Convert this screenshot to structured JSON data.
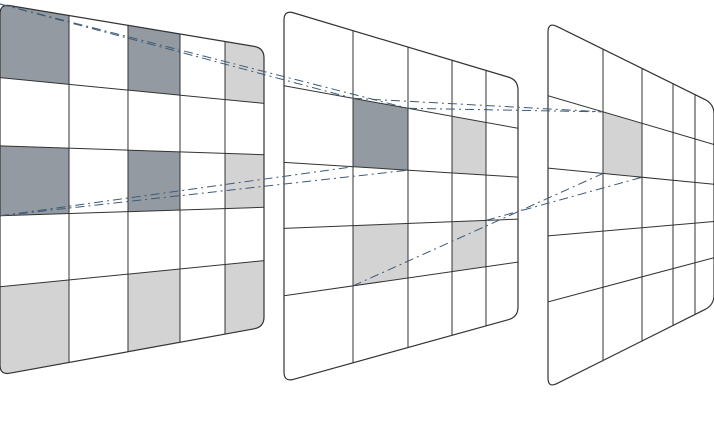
{
  "figure": {
    "background": "#ffffff",
    "colors": {
      "strong_cell": "#949aa1",
      "light_cell": "#d3d3d3",
      "grid_stroke": "#333333",
      "connector": "#3e5a78"
    },
    "panels": [
      {
        "id": "panel-1",
        "columns": 5,
        "rows": 5,
        "cells": [
          {
            "row": 0,
            "col": 0,
            "shade": "strong"
          },
          {
            "row": 0,
            "col": 2,
            "shade": "strong"
          },
          {
            "row": 0,
            "col": 4,
            "shade": "light"
          },
          {
            "row": 2,
            "col": 0,
            "shade": "strong"
          },
          {
            "row": 2,
            "col": 2,
            "shade": "strong"
          },
          {
            "row": 2,
            "col": 4,
            "shade": "light"
          },
          {
            "row": 4,
            "col": 0,
            "shade": "light"
          },
          {
            "row": 4,
            "col": 2,
            "shade": "light"
          },
          {
            "row": 4,
            "col": 4,
            "shade": "light"
          }
        ]
      },
      {
        "id": "panel-2",
        "columns": 5,
        "rows": 5,
        "cells": [
          {
            "row": 1,
            "col": 1,
            "shade": "strong"
          },
          {
            "row": 1,
            "col": 3,
            "shade": "light"
          },
          {
            "row": 3,
            "col": 1,
            "shade": "light"
          },
          {
            "row": 3,
            "col": 3,
            "shade": "light"
          }
        ]
      },
      {
        "id": "panel-3",
        "columns": 5,
        "rows": 5,
        "cells": [
          {
            "row": 1,
            "col": 1,
            "shade": "light"
          }
        ]
      }
    ],
    "connections": [
      {
        "from": {
          "panel": 0,
          "point": "top-left"
        },
        "to": {
          "panel": 1,
          "cell": [
            1,
            1
          ],
          "point": "top-left"
        }
      },
      {
        "from": {
          "panel": 0,
          "point": "top-left"
        },
        "to": {
          "panel": 1,
          "cell": [
            1,
            1
          ],
          "point": "top-right"
        }
      },
      {
        "from": {
          "panel": 0,
          "cell": [
            2,
            0
          ],
          "point": "bottom-left"
        },
        "to": {
          "panel": 1,
          "cell": [
            1,
            1
          ],
          "point": "bottom-left"
        }
      },
      {
        "from": {
          "panel": 0,
          "cell": [
            2,
            0
          ],
          "point": "bottom-left"
        },
        "to": {
          "panel": 1,
          "cell": [
            1,
            1
          ],
          "point": "bottom-right"
        }
      },
      {
        "from": {
          "panel": 1,
          "cell": [
            1,
            1
          ],
          "point": "top-left"
        },
        "to": {
          "panel": 2,
          "cell": [
            1,
            1
          ],
          "point": "top-left"
        }
      },
      {
        "from": {
          "panel": 1,
          "cell": [
            1,
            1
          ],
          "point": "top-right"
        },
        "to": {
          "panel": 2,
          "cell": [
            1,
            1
          ],
          "point": "top-left"
        }
      },
      {
        "from": {
          "panel": 1,
          "cell": [
            3,
            1
          ],
          "point": "bottom-left"
        },
        "to": {
          "panel": 2,
          "cell": [
            1,
            1
          ],
          "point": "bottom-left"
        }
      },
      {
        "from": {
          "panel": 1,
          "cell": [
            3,
            4
          ],
          "point": "top-left"
        },
        "to": {
          "panel": 2,
          "cell": [
            1,
            1
          ],
          "point": "bottom-right"
        }
      }
    ]
  }
}
